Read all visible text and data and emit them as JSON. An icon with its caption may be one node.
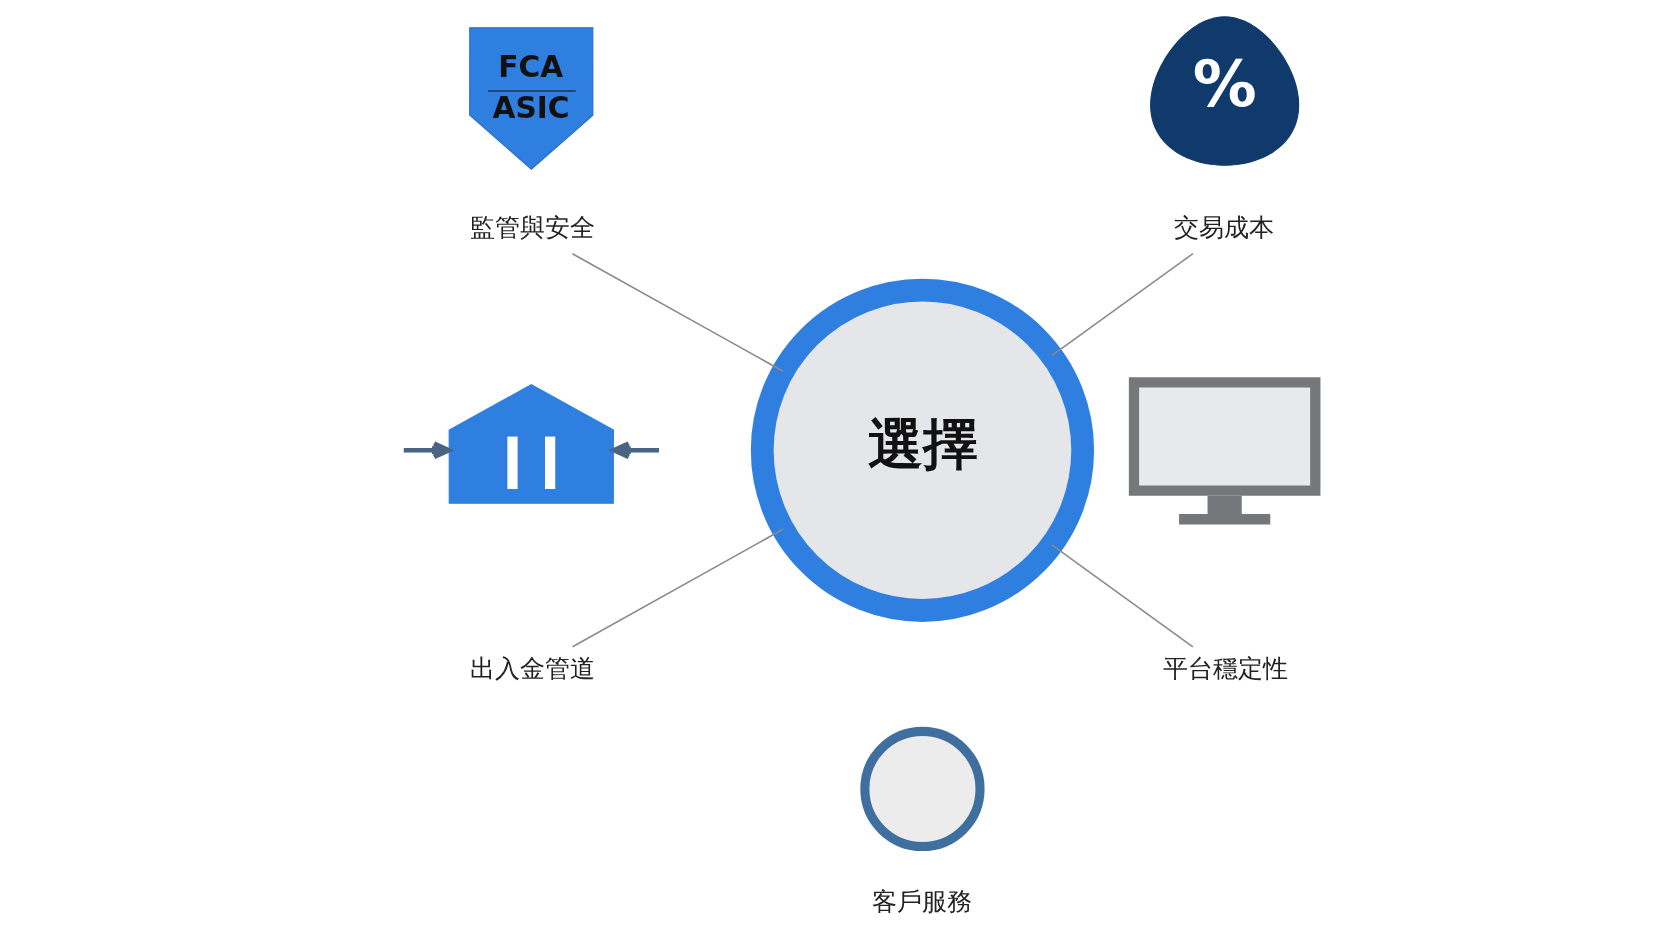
{
  "diagram": {
    "nodes": [
      {
        "text": [
          "FCA",
          "ASIC"
        ]
      },
      {
        "text": [
          "%"
        ]
      },
      {
        "text": [
          "監管與安全"
        ]
      },
      {
        "text": [
          "交易成本"
        ]
      },
      {
        "text": [
          "選擇"
        ]
      },
      {
        "text": [],
        "shape": "picture"
      },
      {
        "text": [],
        "shape": "picture"
      },
      {
        "text": [
          "出入金管道"
        ]
      },
      {
        "text": [
          "平台穩定性"
        ]
      },
      {
        "text": [],
        "shape": "person",
        "beside": [
          "客戶服務"
        ]
      }
    ],
    "edges": [
      {
        "from": 2,
        "to": 4,
        "arrow": "none"
      },
      {
        "from": 3,
        "to": 4,
        "arrow": "none"
      },
      {
        "from": 7,
        "to": 4,
        "arrow": "none"
      },
      {
        "from": 8,
        "to": 4,
        "arrow": "none"
      },
      {
        "from": null,
        "to": 5,
        "arrow": "to",
        "style": "thick",
        "color": "#4a6584"
      },
      {
        "from": null,
        "to": 5,
        "arrow": "to",
        "style": "thick",
        "color": "#4a6584"
      }
    ]
  }
}
